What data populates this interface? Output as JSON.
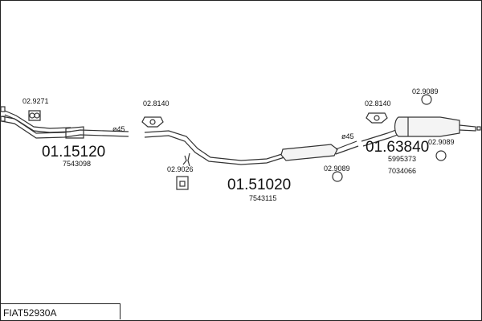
{
  "diagram_code": "FIAT52930A",
  "parts": [
    {
      "number": "01.15120",
      "oe": "7543098"
    },
    {
      "number": "01.51020",
      "oe": "7543115"
    },
    {
      "number": "01.63840",
      "oe_1": "5995373",
      "oe_2": "7034066"
    }
  ],
  "accessories": {
    "clamp_1": "02.9271",
    "hanger_1": "02.8140",
    "bracket_1": "02.9026",
    "ring_1": "02.9089",
    "hanger_2": "02.8140",
    "ring_2": "02.9089",
    "ring_3": "02.9089"
  },
  "diameters": {
    "d1": "ø45",
    "d2": "ø45"
  }
}
